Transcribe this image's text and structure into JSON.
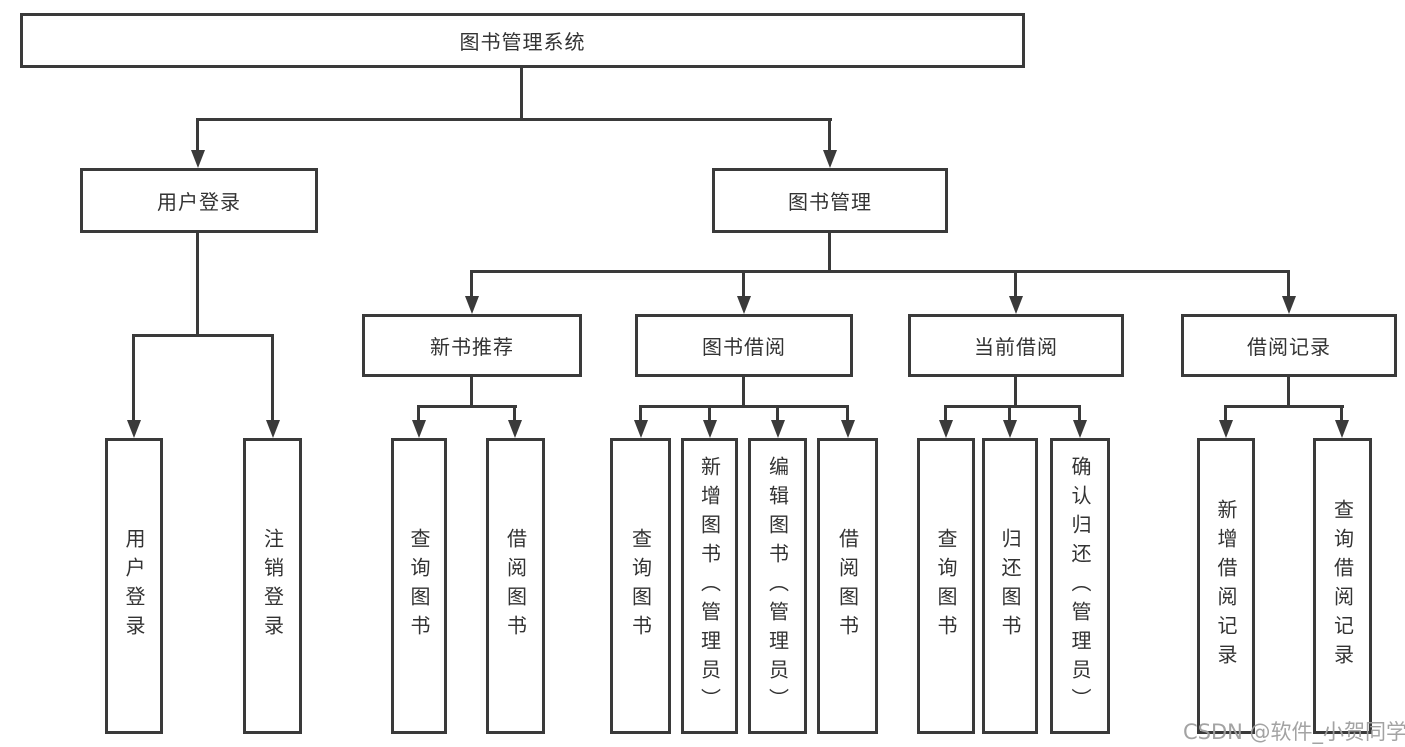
{
  "title": {
    "label": "图书管理系统"
  },
  "level2": [
    {
      "label": "用户登录"
    },
    {
      "label": "图书管理"
    }
  ],
  "level3": [
    {
      "label": "新书推荐",
      "parent": "图书管理"
    },
    {
      "label": "图书借阅",
      "parent": "图书管理"
    },
    {
      "label": "当前借阅",
      "parent": "图书管理"
    },
    {
      "label": "借阅记录",
      "parent": "图书管理"
    }
  ],
  "leaves": [
    {
      "label": "用户登录",
      "parent": "用户登录"
    },
    {
      "label": "注销登录",
      "parent": "用户登录"
    },
    {
      "label": "查询图书",
      "parent": "新书推荐"
    },
    {
      "label": "借阅图书",
      "parent": "新书推荐"
    },
    {
      "label": "查询图书",
      "parent": "图书借阅"
    },
    {
      "label": "新增图书（管理员）",
      "parent": "图书借阅"
    },
    {
      "label": "编辑图书（管理员）",
      "parent": "图书借阅"
    },
    {
      "label": "借阅图书",
      "parent": "图书借阅"
    },
    {
      "label": "查询图书",
      "parent": "当前借阅"
    },
    {
      "label": "归还图书",
      "parent": "当前借阅"
    },
    {
      "label": "确认归还（管理员）",
      "parent": "当前借阅"
    },
    {
      "label": "新增借阅记录",
      "parent": "借阅记录"
    },
    {
      "label": "查询借阅记录",
      "parent": "借阅记录"
    }
  ],
  "watermark": {
    "label": "CSDN @软件_小贺同学"
  },
  "colors": {
    "line": "#3a3a3a",
    "text": "#333333",
    "background": "#ffffff",
    "watermark": "#9e9e9e"
  }
}
